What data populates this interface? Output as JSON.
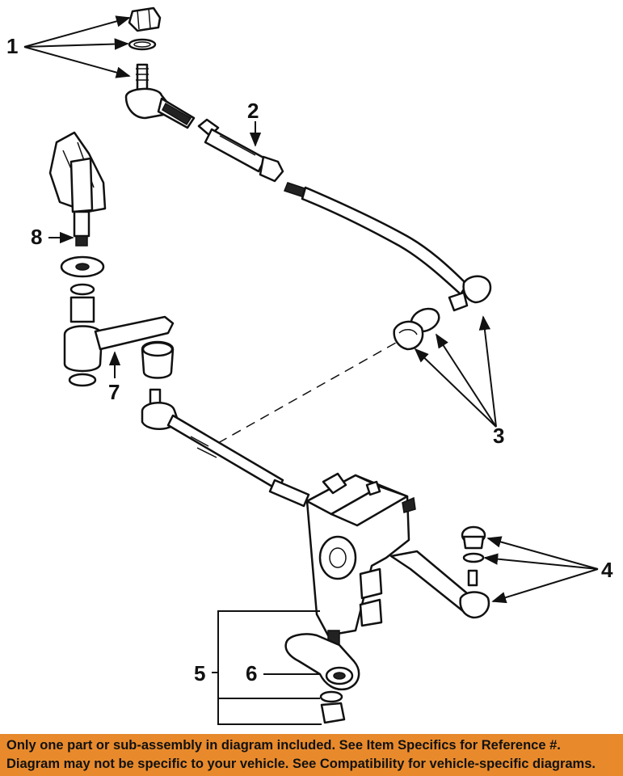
{
  "callouts": {
    "c1": "1",
    "c2": "2",
    "c3": "3",
    "c4": "4",
    "c5": "5",
    "c6": "6",
    "c7": "7",
    "c8": "8"
  },
  "footer": {
    "line1": "Only one part or sub-assembly in diagram included. See Item Specifics for Reference #.",
    "line2": "Diagram may not be specific to your vehicle. See Compatibility for vehicle-specific diagrams."
  },
  "colors": {
    "footer_background": "#e88a2c",
    "line_art": "#111111"
  }
}
